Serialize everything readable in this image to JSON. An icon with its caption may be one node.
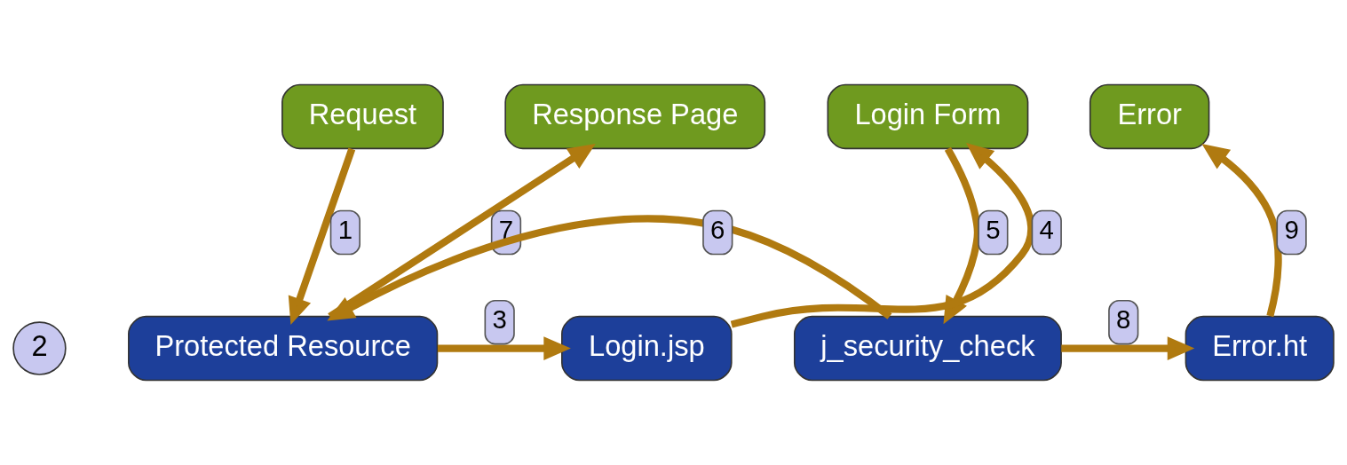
{
  "diagram": {
    "nodes": [
      {
        "text": [
          "Request"
        ]
      },
      {
        "text": [
          "Response Page"
        ]
      },
      {
        "text": [
          "Login Form"
        ]
      },
      {
        "text": [
          "Error"
        ]
      },
      {
        "text": [
          "Protected Resource"
        ],
        "beside": [
          "2"
        ]
      },
      {
        "text": [
          "Login.jsp"
        ]
      },
      {
        "text": [
          "j_security_check"
        ]
      },
      {
        "text": [
          "Error.ht"
        ]
      }
    ],
    "edges": [
      {
        "from": 0,
        "to": 4,
        "arrow": "to",
        "label": "1"
      },
      {
        "from": 4,
        "to": 1,
        "arrow": "to",
        "label": "7"
      },
      {
        "from": 4,
        "to": 5,
        "arrow": "to",
        "label": "3"
      },
      {
        "from": 5,
        "to": 2,
        "arrow": "to",
        "label": "4"
      },
      {
        "from": 2,
        "to": 6,
        "arrow": "to",
        "label": "5"
      },
      {
        "from": 6,
        "to": 4,
        "arrow": "to",
        "label": "6"
      },
      {
        "from": 6,
        "to": 7,
        "arrow": "to",
        "label": "8"
      },
      {
        "from": 7,
        "to": 3,
        "arrow": "to",
        "label": "9"
      }
    ]
  }
}
